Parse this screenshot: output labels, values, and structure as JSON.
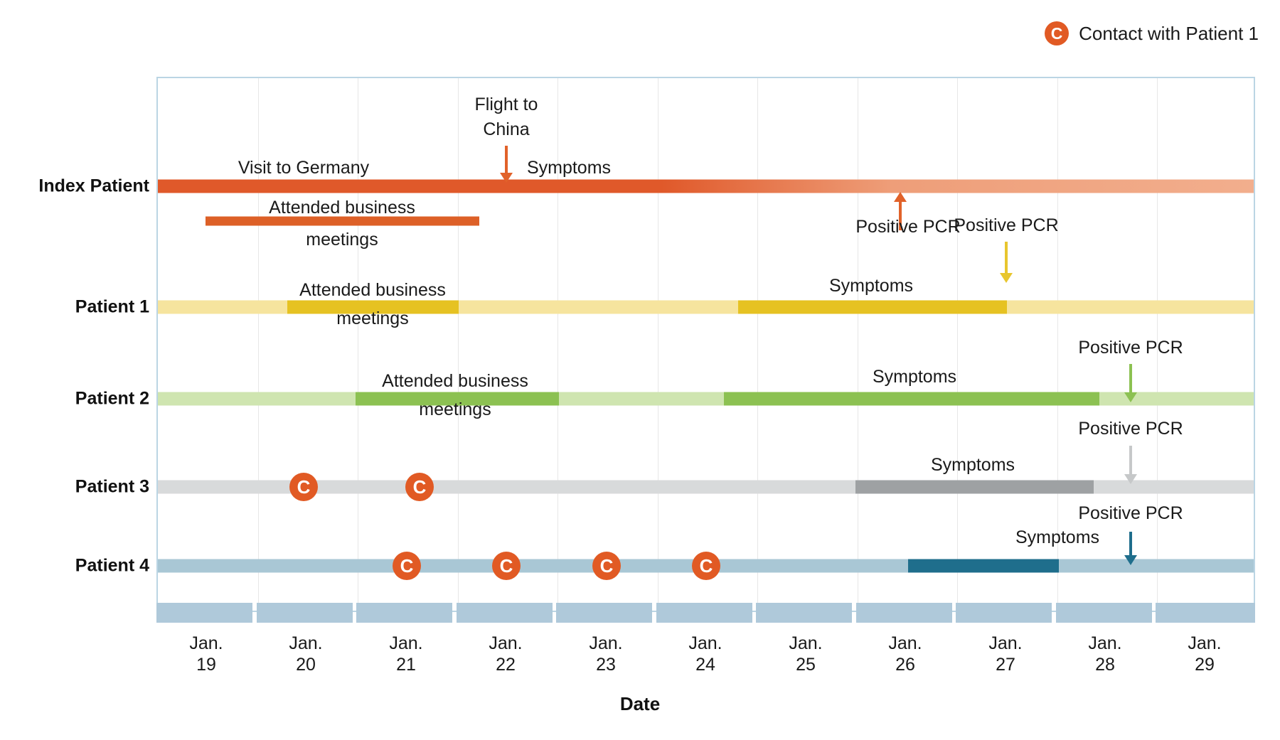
{
  "legend": {
    "marker_letter": "C",
    "label": "Contact with Patient 1",
    "marker_color": "#E15A24"
  },
  "axis": {
    "title": "Date",
    "ticks": [
      {
        "month": "Jan.",
        "day": "19"
      },
      {
        "month": "Jan.",
        "day": "20"
      },
      {
        "month": "Jan.",
        "day": "21"
      },
      {
        "month": "Jan.",
        "day": "22"
      },
      {
        "month": "Jan.",
        "day": "23"
      },
      {
        "month": "Jan.",
        "day": "24"
      },
      {
        "month": "Jan.",
        "day": "25"
      },
      {
        "month": "Jan.",
        "day": "26"
      },
      {
        "month": "Jan.",
        "day": "27"
      },
      {
        "month": "Jan.",
        "day": "28"
      },
      {
        "month": "Jan.",
        "day": "29"
      }
    ]
  },
  "rows": [
    {
      "id": "index-patient",
      "label": "Index Patient"
    },
    {
      "id": "patient-1",
      "label": "Patient 1"
    },
    {
      "id": "patient-2",
      "label": "Patient 2"
    },
    {
      "id": "patient-3",
      "label": "Patient 3"
    },
    {
      "id": "patient-4",
      "label": "Patient 4"
    }
  ],
  "annotations": {
    "flight_to_china": "Flight to\nChina",
    "flight_to_china_l1": "Flight to",
    "flight_to_china_l2": "China",
    "visit_to_germany": "Visit to Germany",
    "attended_business_l1": "Attended business",
    "attended_business_l2": "meetings",
    "symptoms": "Symptoms",
    "positive_pcr": "Positive PCR"
  },
  "chart_data": {
    "type": "timeline",
    "title": "",
    "xlabel": "Date",
    "ylabel": "",
    "x_categories": [
      "Jan. 19",
      "Jan. 20",
      "Jan. 21",
      "Jan. 22",
      "Jan. 23",
      "Jan. 24",
      "Jan. 25",
      "Jan. 26",
      "Jan. 27",
      "Jan. 28",
      "Jan. 29"
    ],
    "x_range": [
      "Jan. 19",
      "Jan. 29"
    ],
    "grid": true,
    "legend_position": "top-right",
    "legend_entries": [
      {
        "symbol": "C",
        "label": "Contact with Patient 1",
        "color": "#E15A24"
      }
    ],
    "series": [
      {
        "name": "Index Patient",
        "color": "#E15A24",
        "base_color_start": "#E0592A",
        "base_color_end": "#F0AD8A",
        "base_span": [
          "Jan. 19",
          "Jan. 29"
        ],
        "events": [
          {
            "label": "Visit to Germany",
            "type": "range",
            "start": "Jan. 19",
            "end": "Jan. 22"
          },
          {
            "label": "Flight to China",
            "type": "point",
            "date": "Jan. 22",
            "arrow": "down"
          },
          {
            "label": "Symptoms",
            "type": "range",
            "start": "Jan. 22",
            "end": "Jan. 29"
          },
          {
            "label": "Attended business meetings",
            "type": "range",
            "start": "Jan. 19.3",
            "end": "Jan. 22"
          },
          {
            "label": "Positive PCR",
            "type": "point",
            "date": "Jan. 26",
            "arrow": "up"
          }
        ]
      },
      {
        "name": "Patient 1",
        "color": "#E8C62E",
        "base_color": "#F4E29A",
        "base_span": [
          "Jan. 19",
          "Jan. 29"
        ],
        "events": [
          {
            "label": "Attended business meetings",
            "type": "range",
            "start": "Jan. 20",
            "end": "Jan. 22"
          },
          {
            "label": "Symptoms",
            "type": "range",
            "start": "Jan. 24.5",
            "end": "Jan. 27"
          },
          {
            "label": "Positive PCR",
            "type": "point",
            "date": "Jan. 27",
            "arrow": "down"
          }
        ]
      },
      {
        "name": "Patient 2",
        "color": "#8CC152",
        "base_color": "#CEE5AE",
        "base_span": [
          "Jan. 19",
          "Jan. 29"
        ],
        "events": [
          {
            "label": "Attended business meetings",
            "type": "range",
            "start": "Jan. 20.9",
            "end": "Jan. 22.7"
          },
          {
            "label": "Symptoms",
            "type": "range",
            "start": "Jan. 24.4",
            "end": "Jan. 28"
          },
          {
            "label": "Positive PCR",
            "type": "point",
            "date": "Jan. 28",
            "arrow": "down"
          }
        ]
      },
      {
        "name": "Patient 3",
        "color": "#9A9A9A",
        "base_color": "#D6D8D9",
        "base_span": [
          "Jan. 19",
          "Jan. 29"
        ],
        "events": [
          {
            "label": "Contact with Patient 1",
            "type": "marker",
            "date": "Jan. 20"
          },
          {
            "label": "Contact with Patient 1",
            "type": "marker",
            "date": "Jan. 21"
          },
          {
            "label": "Symptoms",
            "type": "range",
            "start": "Jan. 25.5",
            "end": "Jan. 27.5"
          },
          {
            "label": "Positive PCR",
            "type": "point",
            "date": "Jan. 28",
            "arrow": "down"
          }
        ]
      },
      {
        "name": "Patient 4",
        "color": "#1F6E8C",
        "base_color": "#A8C6D4",
        "base_span": [
          "Jan. 19",
          "Jan. 29"
        ],
        "events": [
          {
            "label": "Contact with Patient 1",
            "type": "marker",
            "date": "Jan. 21"
          },
          {
            "label": "Contact with Patient 1",
            "type": "marker",
            "date": "Jan. 22"
          },
          {
            "label": "Contact with Patient 1",
            "type": "marker",
            "date": "Jan. 23"
          },
          {
            "label": "Contact with Patient 1",
            "type": "marker",
            "date": "Jan. 24"
          },
          {
            "label": "Symptoms",
            "type": "range",
            "start": "Jan. 25.9",
            "end": "Jan. 28.5"
          },
          {
            "label": "Positive PCR",
            "type": "point",
            "date": "Jan. 28.2",
            "arrow": "down"
          }
        ]
      }
    ]
  }
}
